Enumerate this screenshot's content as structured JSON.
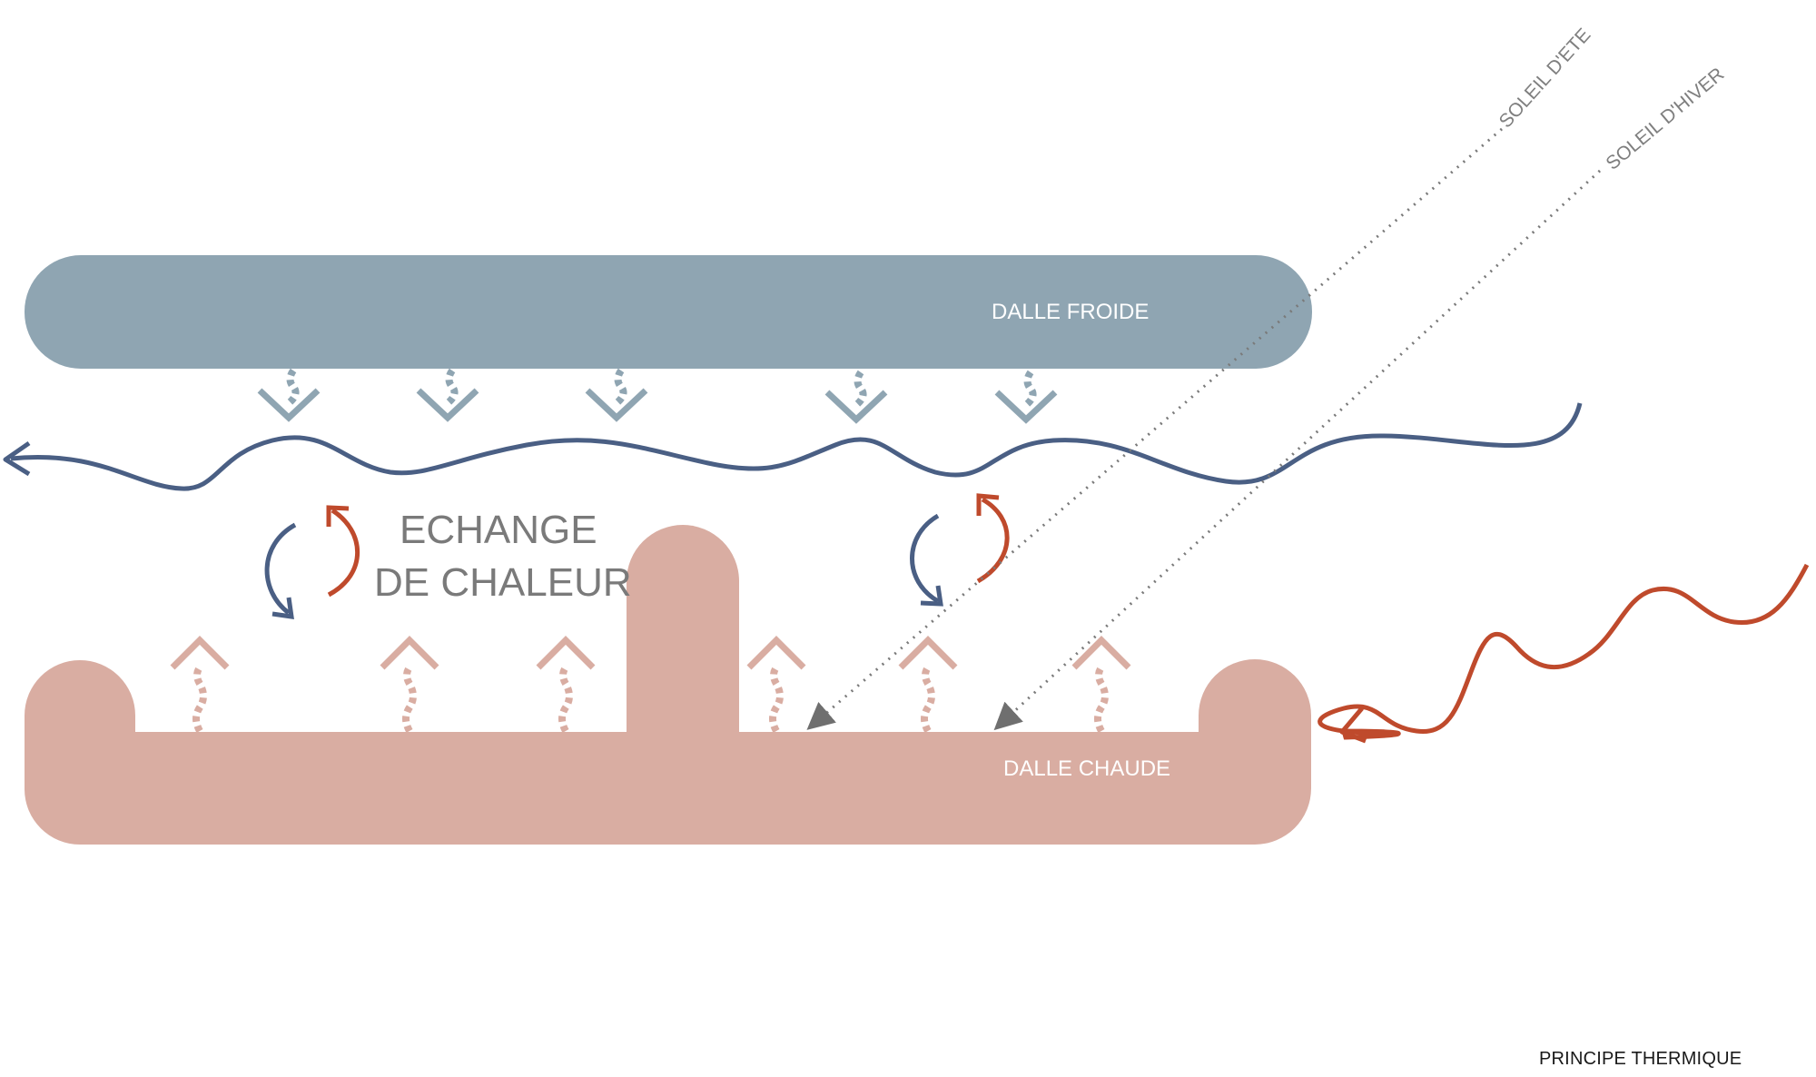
{
  "labels": {
    "cold_slab": "DALLE FROIDE",
    "hot_slab": "DALLE CHAUDE",
    "exchange_line1": "ECHANGE",
    "exchange_line2": "DE CHALEUR",
    "summer_sun": "SOLEIL D'ETE",
    "winter_sun": "SOLEIL D'HIVER",
    "caption": "PRINCIPE THERMIQUE"
  },
  "colors": {
    "cold_slab": "#8fa5b2",
    "hot_slab": "#d9ada2",
    "cold_air": "#4a5f84",
    "warm_air": "#bf4a2c",
    "sun_rays": "#7a7a7a",
    "cold_radiation": "#8fa5b2",
    "warm_radiation": "#d9ada2"
  },
  "icons": {
    "cold_radiation": "dashed-down-chevron-arrow-icon",
    "warm_radiation": "dashed-up-chevron-arrow-icon",
    "air_flow": "wavy-arrow-icon",
    "exchange": "curved-arrow-icon"
  }
}
